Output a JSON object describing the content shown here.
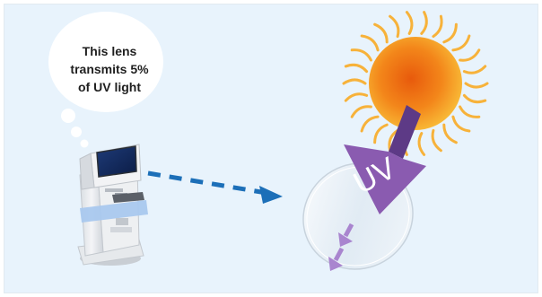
{
  "bubble": {
    "lines": [
      "This lens",
      "transmits 5%",
      "of UV light"
    ]
  },
  "uv_label": "UV",
  "colors": {
    "background": "#e8f3fc",
    "uv_arrow": "#8a5bb0",
    "dashed_arrow": "#1c6fb8",
    "lensmeter_band": "#a9c8ee",
    "sun_core": "#f07a10",
    "sun_rays": "#f7b23a"
  },
  "icons": {
    "sun": "sun-icon",
    "lensmeter": "lensmeter-icon",
    "lens": "lens-icon"
  }
}
